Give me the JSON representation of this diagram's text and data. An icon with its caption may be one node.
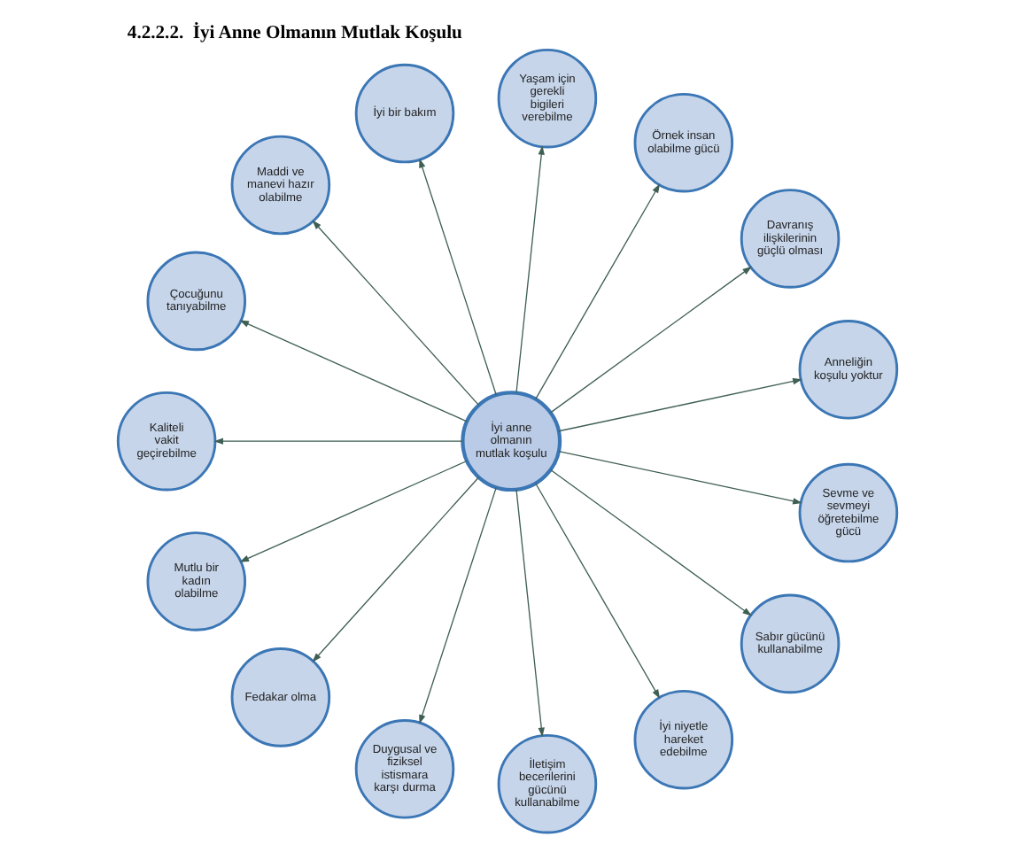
{
  "diagram": {
    "title": "4.2.2.2.  İyi Anne Olmanın Mutlak Koşulu",
    "nodes": [
      {
        "text": [
          "İyi anne olmanın mutlak koşulu"
        ]
      },
      {
        "text": [
          "İyi bir bakım"
        ]
      },
      {
        "text": [
          "Yaşam için gerekli bigileri verebilme"
        ]
      },
      {
        "text": [
          "Maddi ve manevi hazır olabilme"
        ]
      },
      {
        "text": [
          "Örnek insan olabilme gücü"
        ]
      },
      {
        "text": [
          "Çocuğunu tanıyabilme"
        ]
      },
      {
        "text": [
          "Davranış ilişkilerinin güçlü olması"
        ]
      },
      {
        "text": [
          "Kaliteli vakit geçirebilme"
        ]
      },
      {
        "text": [
          "Mutlu bir kadın olabilme"
        ]
      },
      {
        "text": [
          "Anneliğin koşulu yoktur"
        ]
      },
      {
        "text": [
          "Fedakar olma"
        ]
      },
      {
        "text": [
          "Sevme ve sevmeyi öğretebilme gücü"
        ]
      },
      {
        "text": [
          "Duygusal ve fiziksel istismara karşı durma"
        ]
      },
      {
        "text": [
          "İletişim becerilerini gücünü kullanabilme"
        ]
      },
      {
        "text": [
          "Sabır gücünü kullanabilme"
        ]
      },
      {
        "text": [
          "İyi niyetle hareket edebilme"
        ]
      }
    ],
    "edges": [
      {
        "from": 0,
        "to": 9,
        "arrow": "to"
      },
      {
        "from": 0,
        "to": 11,
        "arrow": "to"
      },
      {
        "from": 0,
        "to": 14,
        "arrow": "to"
      },
      {
        "from": 0,
        "to": 15,
        "arrow": "to"
      },
      {
        "from": 0,
        "to": 13,
        "arrow": "to"
      },
      {
        "from": 0,
        "to": 12,
        "arrow": "to"
      },
      {
        "from": 0,
        "to": 10,
        "arrow": "to"
      },
      {
        "from": 0,
        "to": 8,
        "arrow": "to"
      },
      {
        "from": 0,
        "to": 7,
        "arrow": "to"
      },
      {
        "from": 0,
        "to": 5,
        "arrow": "to"
      },
      {
        "from": 0,
        "to": 3,
        "arrow": "to"
      },
      {
        "from": 0,
        "to": 1,
        "arrow": "to"
      },
      {
        "from": 0,
        "to": 2,
        "arrow": "to"
      },
      {
        "from": 0,
        "to": 4,
        "arrow": "to"
      },
      {
        "from": 0,
        "to": 6,
        "arrow": "to"
      }
    ]
  }
}
